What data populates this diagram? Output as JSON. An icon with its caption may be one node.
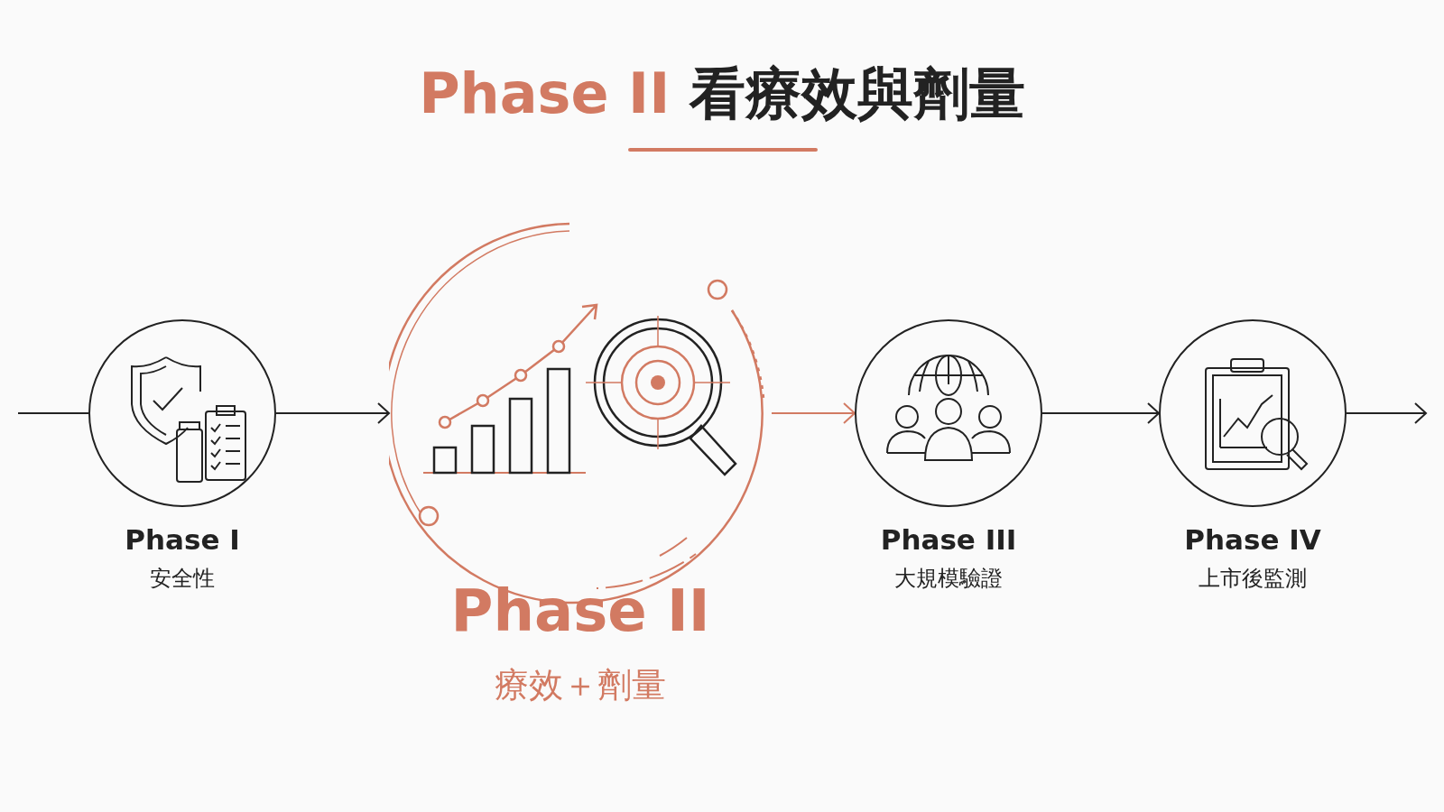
{
  "diagram": {
    "title": "**Phase II** 看療效與劑量",
    "nodes": [
      {
        "text": [
          "Phase I",
          "安全性"
        ]
      },
      {
        "text": [
          "Phase II",
          "療效＋劑量"
        ]
      },
      {
        "text": [
          "Phase III",
          "大規模驗證"
        ]
      },
      {
        "text": [
          "Phase IV",
          "上市後監測"
        ]
      }
    ],
    "edges": [
      {
        "from": null,
        "to": 0,
        "arrow": "none"
      },
      {
        "from": 0,
        "to": 1,
        "arrow": "to"
      },
      {
        "from": 1,
        "to": 2,
        "arrow": "to",
        "color": "#d27a62"
      },
      {
        "from": 2,
        "to": 3,
        "arrow": "to"
      },
      {
        "from": 3,
        "to": null,
        "arrow": "to"
      }
    ]
  }
}
